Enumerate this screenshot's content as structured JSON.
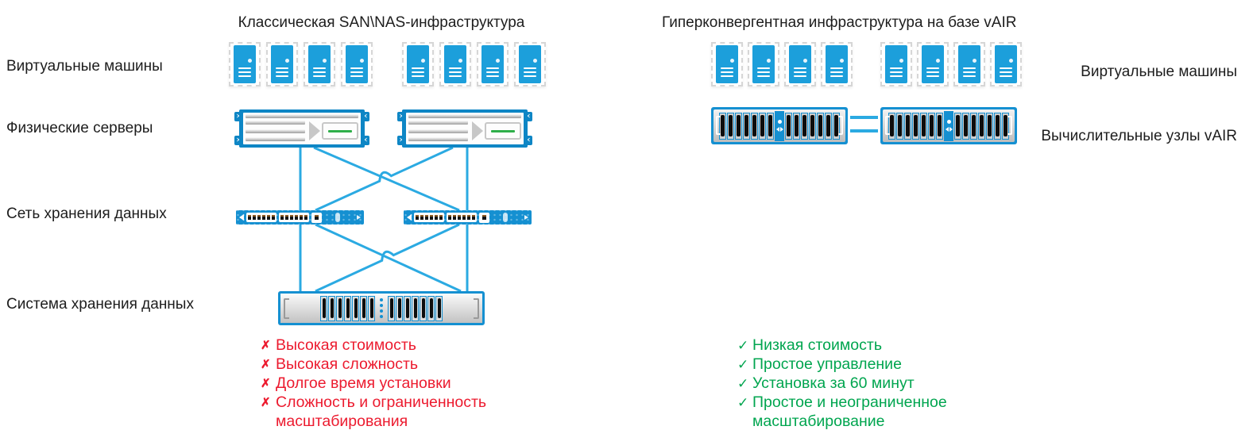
{
  "titles": {
    "left": "Классическая SAN\\NAS-инфраструктура",
    "right": "Гиперконвергентная инфраструктура на базе vAIR"
  },
  "row_labels": {
    "left_vms": "Виртуальные машины",
    "left_servers": "Физические серверы",
    "left_san": "Сеть хранения данных",
    "left_storage": "Система хранения данных",
    "right_vms": "Виртуальные машины",
    "right_nodes": "Вычислительные узлы vAIR"
  },
  "cons": {
    "bullet": "✗",
    "items": [
      "Высокая стоимость",
      "Высокая сложность",
      "Долгое время установки",
      "Сложность и ограниченность масштабирования"
    ]
  },
  "pros": {
    "bullet": "✓",
    "items": [
      "Низкая стоимость",
      "Простое управление",
      "Установка за 60 минут",
      "Простое и неограниченное масштабирование"
    ]
  },
  "colors": {
    "vm_blue": "#1c9fdb",
    "device_blue": "#1590d1",
    "server_blue": "#0e86c5",
    "line_blue": "#2baae2",
    "cons_red": "#ec1b2f",
    "pros_green": "#00a54f"
  }
}
